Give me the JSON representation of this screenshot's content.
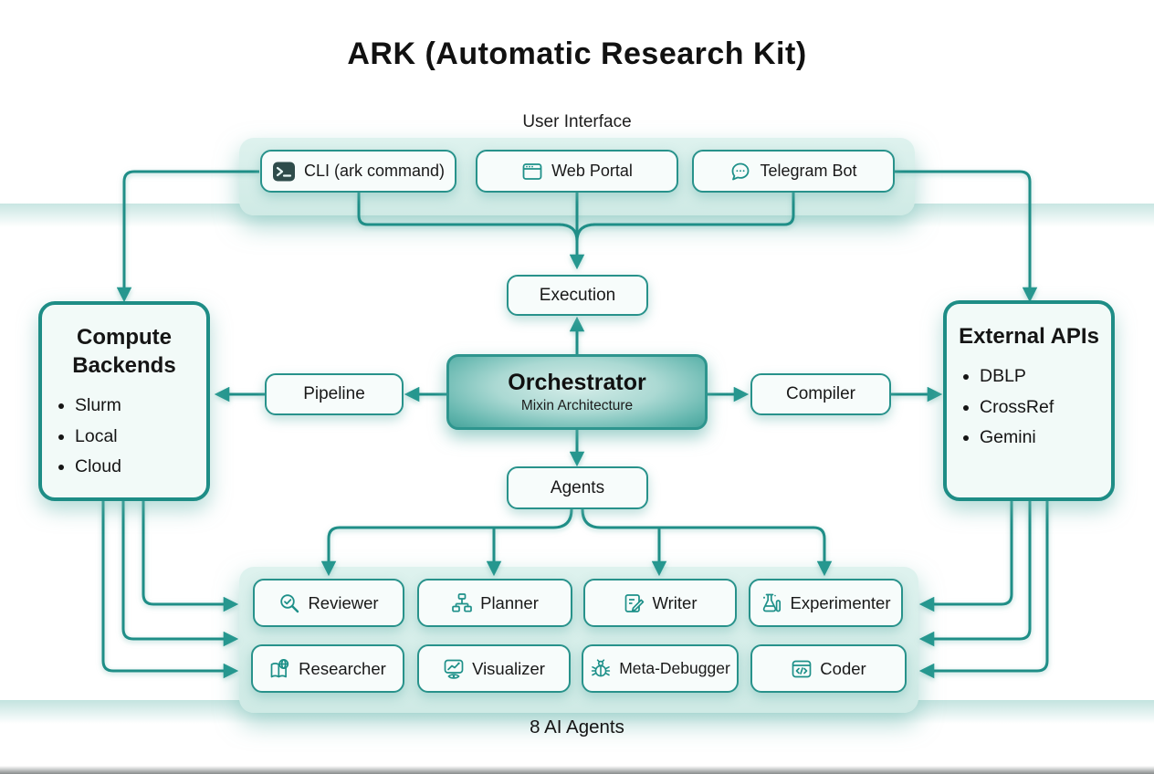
{
  "title": "ARK (Automatic Research Kit)",
  "colors": {
    "teal_line": "#1f8e87",
    "node_border": "#28928b",
    "panel_bg": "#d9efeb",
    "node_bg": "#f7fcfb",
    "terminal_icon_bg": "#2f4c4b",
    "orchestrator_fill_center": "#d6ede9",
    "orchestrator_fill_edge": "#47a49c"
  },
  "user_interface": {
    "label": "User Interface",
    "items": [
      {
        "label": "CLI (ark command)",
        "icon": "terminal-icon"
      },
      {
        "label": "Web Portal",
        "icon": "browser-icon"
      },
      {
        "label": "Telegram Bot",
        "icon": "chat-bubble-icon"
      }
    ]
  },
  "execution": {
    "label": "Execution"
  },
  "orchestrator": {
    "title": "Orchestrator",
    "subtitle": "Mixin Architecture"
  },
  "pipeline": {
    "label": "Pipeline"
  },
  "compiler": {
    "label": "Compiler"
  },
  "compute_backends": {
    "title": "Compute Backends",
    "items": [
      "Slurm",
      "Local",
      "Cloud"
    ]
  },
  "external_apis": {
    "title": "External APIs",
    "items": [
      "DBLP",
      "CrossRef",
      "Gemini"
    ]
  },
  "agents_hub": {
    "label": "Agents"
  },
  "agents": {
    "caption": "8 AI Agents",
    "items": [
      {
        "label": "Reviewer",
        "icon": "magnifier-check-icon"
      },
      {
        "label": "Planner",
        "icon": "flowchart-icon"
      },
      {
        "label": "Writer",
        "icon": "document-pencil-icon"
      },
      {
        "label": "Experimenter",
        "icon": "flask-icon"
      },
      {
        "label": "Researcher",
        "icon": "book-globe-icon"
      },
      {
        "label": "Visualizer",
        "icon": "chart-eye-icon"
      },
      {
        "label": "Meta-Debugger",
        "icon": "bug-icon"
      },
      {
        "label": "Coder",
        "icon": "code-window-icon"
      }
    ]
  }
}
